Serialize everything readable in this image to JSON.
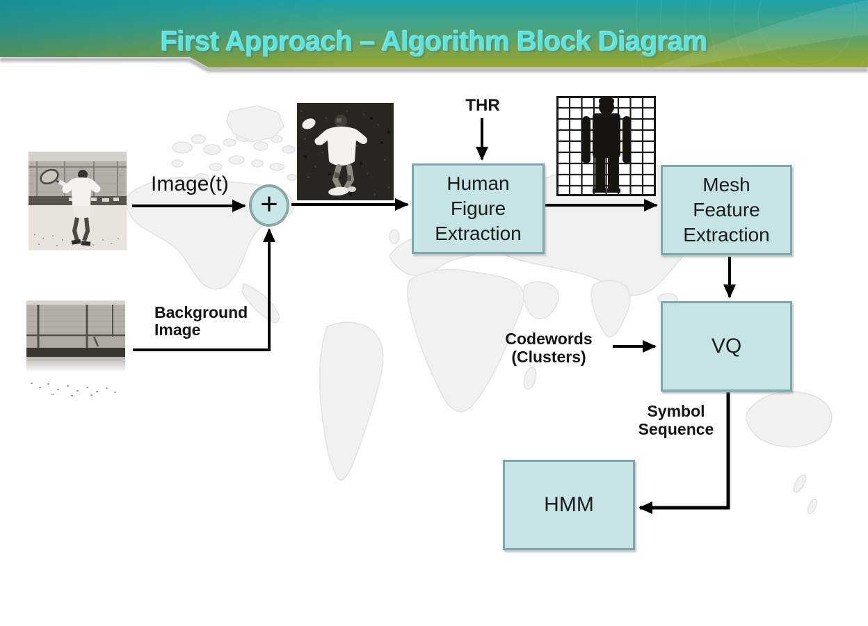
{
  "header": {
    "title": "First Approach – Algorithm Block Diagram"
  },
  "theme": {
    "title_color": "#54e7e4",
    "block_fill": "#c6e3e6",
    "block_border": "#7fa6ab",
    "arrow_color": "#000000",
    "header_top_color": "#1ea2a8",
    "header_bottom_color": "#9aa72e",
    "map_fill": "#f1f1ef"
  },
  "diagram": {
    "labels": {
      "image_t": "Image(t)",
      "background_line1": "Background",
      "background_line2": "Image",
      "thr": "THR",
      "codewords_line1": "Codewords",
      "codewords_line2": "(Clusters)",
      "symbol_line1": "Symbol",
      "symbol_line2": "Sequence",
      "sum": "+"
    },
    "blocks": {
      "human_figure_extraction": {
        "line1": "Human",
        "line2": "Figure",
        "line3": "Extraction"
      },
      "mesh_feature_extraction": {
        "line1": "Mesh",
        "line2": "Feature",
        "line3": "Extraction"
      },
      "vq": {
        "label": "VQ"
      },
      "hmm": {
        "label": "HMM"
      }
    },
    "images": {
      "tennis": "tennis-player-photo",
      "background": "background-court-photo",
      "binary": "binary-human-silhouette",
      "mesh": "mesh-grid-human"
    }
  }
}
